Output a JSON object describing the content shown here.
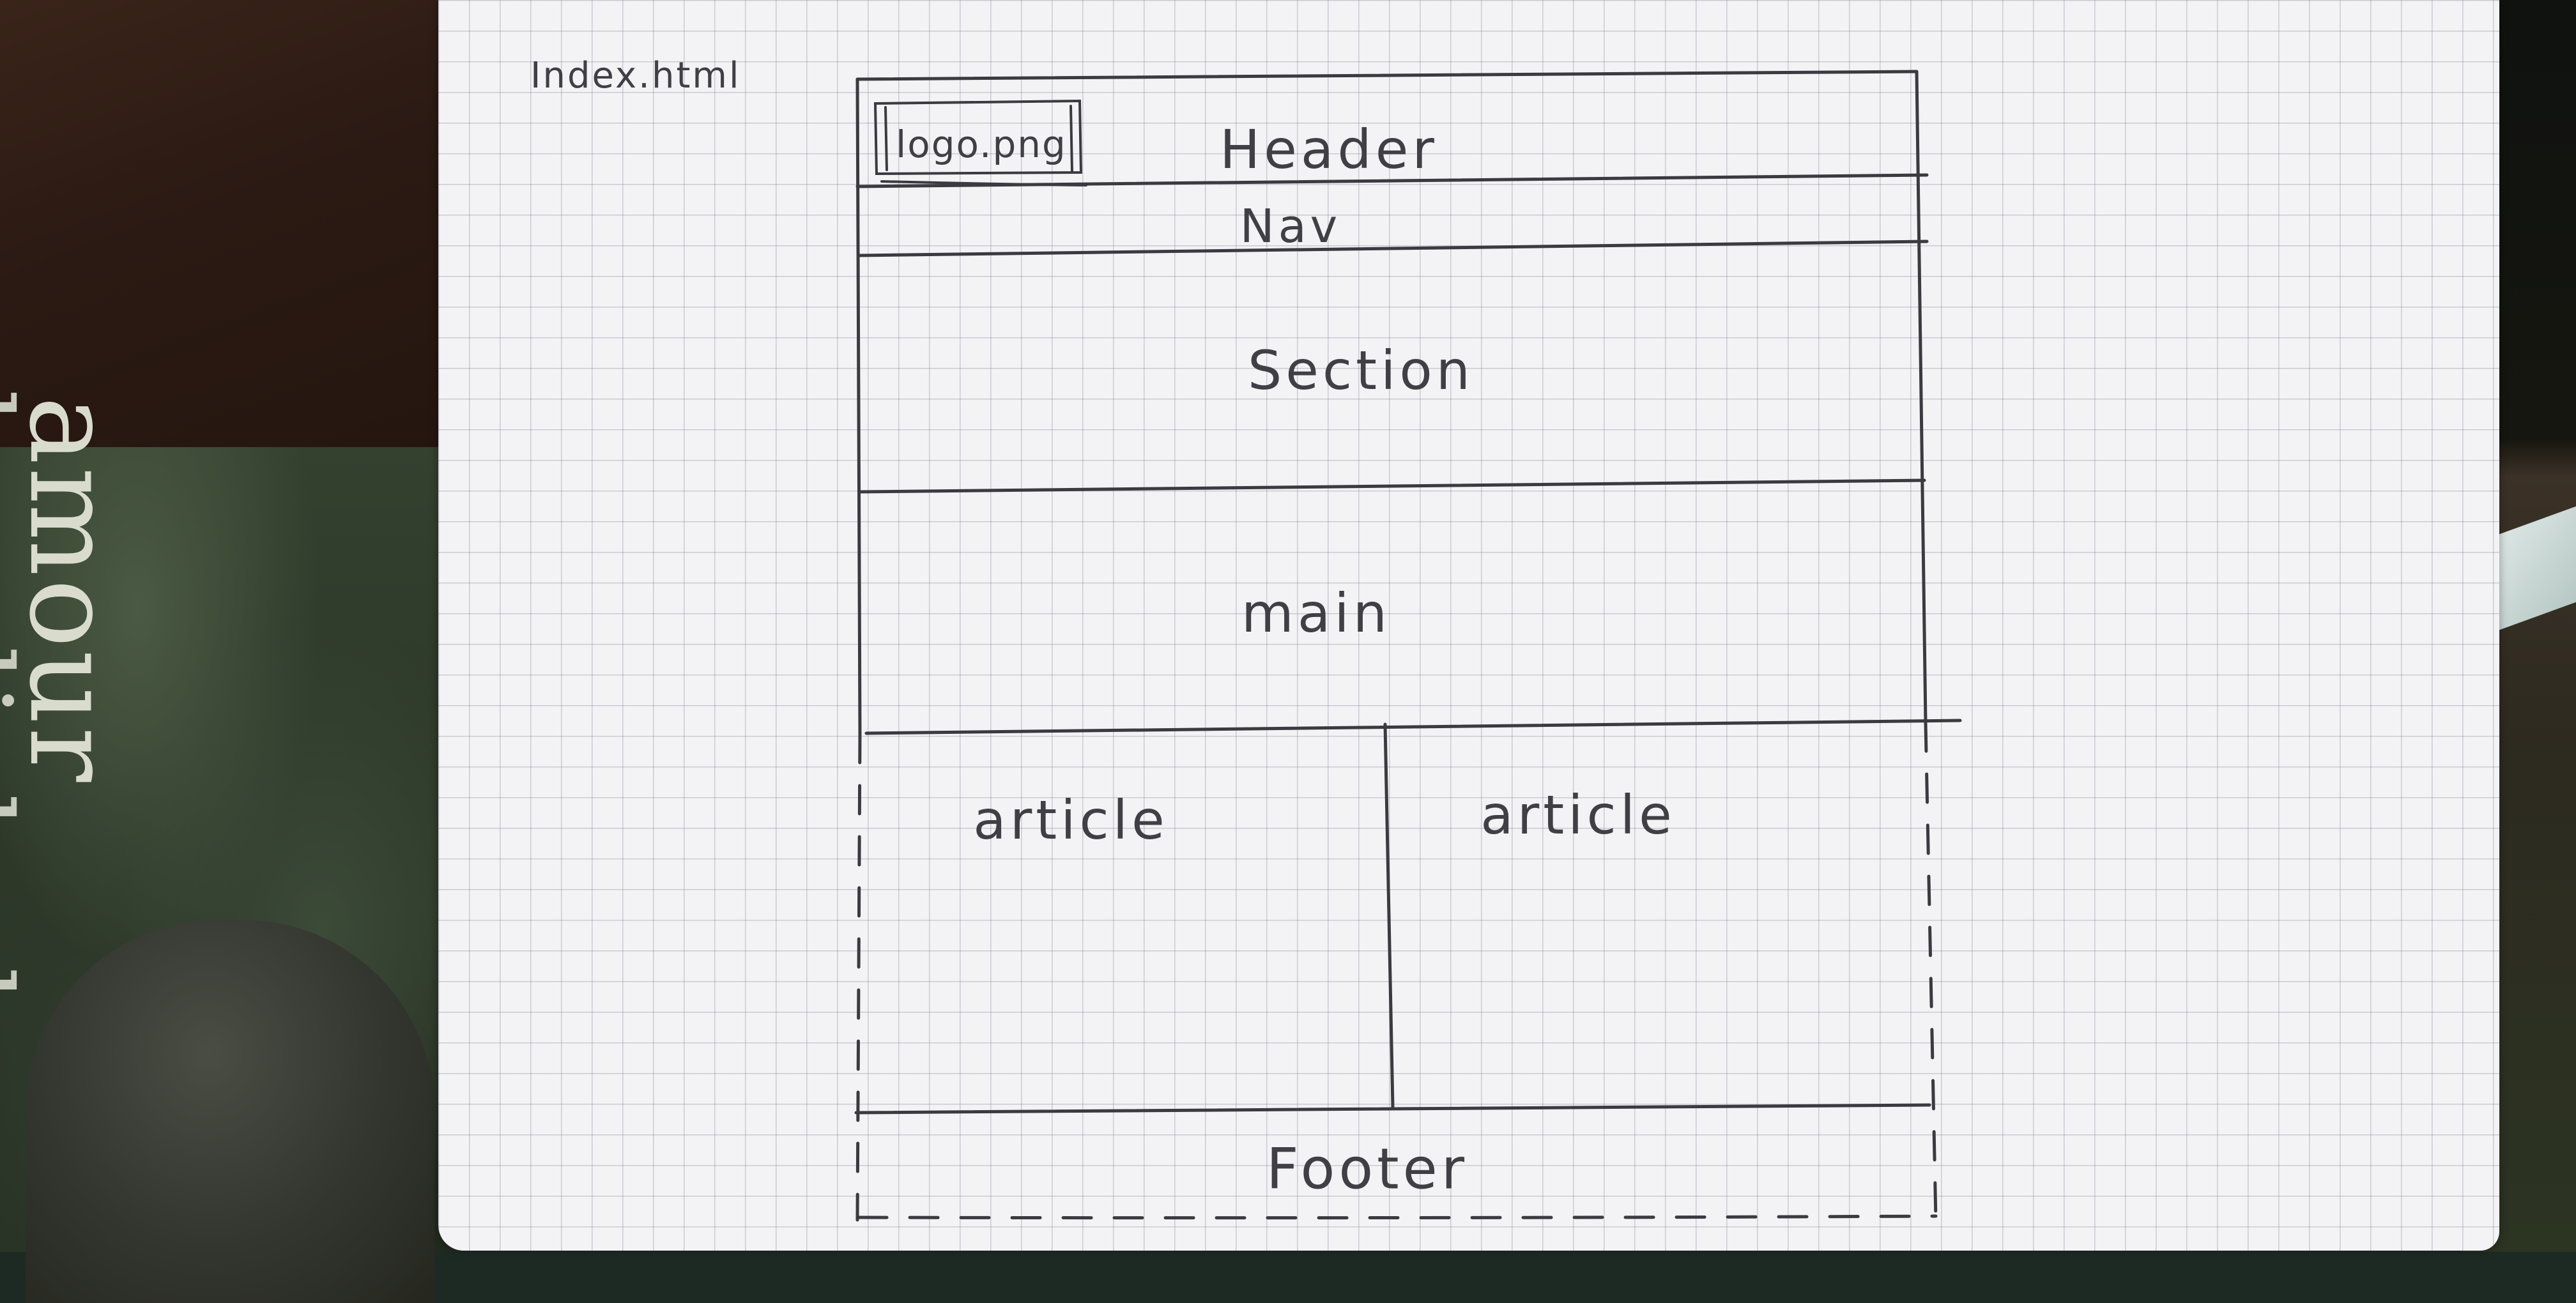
{
  "background": {
    "book_title_line1": "amour",
    "book_title_line2": "kaerlighed"
  },
  "sketch": {
    "file_name": "Index.html",
    "logo": "logo.png",
    "header": "Header",
    "nav": "Nav",
    "section": "Section",
    "main": "main",
    "article_left": "article",
    "article_right": "article",
    "footer": "Footer"
  },
  "colors": {
    "paper": "#f3f3f5",
    "grid": "#8c8c9c",
    "pencil": "#3f3f45"
  }
}
